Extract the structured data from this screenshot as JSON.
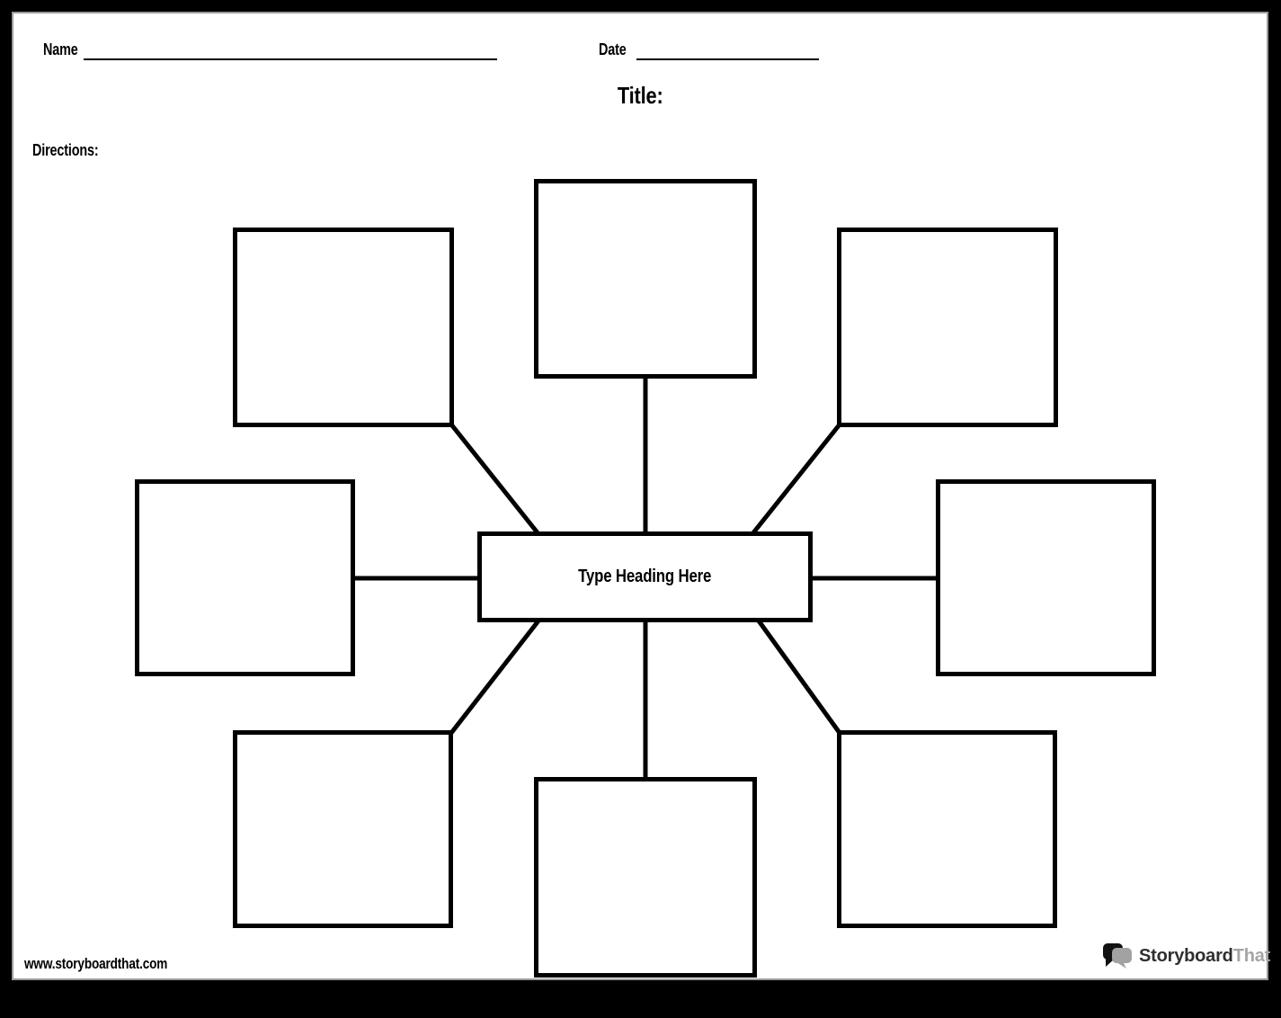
{
  "header": {
    "name_label": "Name",
    "date_label": "Date",
    "title_label": "Title:",
    "directions_label": "Directions:"
  },
  "diagram": {
    "type": "spider-map",
    "center": {
      "heading_placeholder": "Type Heading Here"
    },
    "nodes": [
      {
        "id": "top-left",
        "text": ""
      },
      {
        "id": "top-center",
        "text": ""
      },
      {
        "id": "top-right",
        "text": ""
      },
      {
        "id": "mid-left",
        "text": ""
      },
      {
        "id": "mid-right",
        "text": ""
      },
      {
        "id": "bottom-left",
        "text": ""
      },
      {
        "id": "bottom-right",
        "text": ""
      },
      {
        "id": "bottom-center",
        "text": ""
      }
    ],
    "connector_count": 8
  },
  "footer": {
    "website_url": "www.storyboardthat.com",
    "logo": {
      "icon": "speech-bubbles-icon",
      "text_primary": "Storyboard",
      "text_secondary": "That"
    }
  },
  "colors": {
    "frame": "#000000",
    "page_background": "#ffffff",
    "page_border": "#9c9c9c",
    "line": "#000000",
    "logo_text_primary": "#2f2f2f",
    "logo_text_secondary": "#a5a5a5",
    "logo_bubble_black": "#111111",
    "logo_bubble_gray": "#a2a2a2"
  }
}
